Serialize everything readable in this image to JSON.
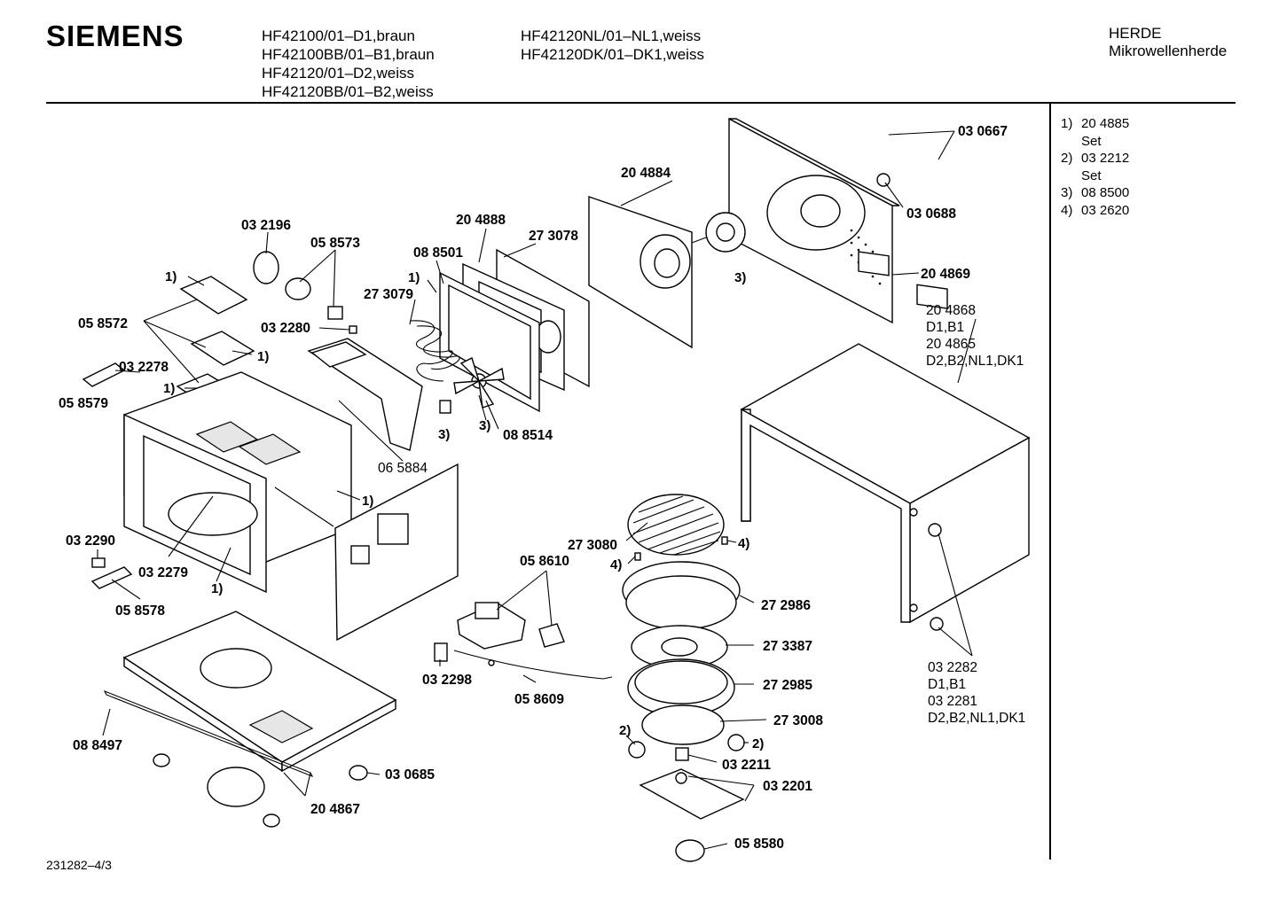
{
  "header": {
    "brand": "SIEMENS",
    "models_col1": [
      "HF42100/01–D1,braun",
      "HF42100BB/01–B1,braun",
      "HF42120/01–D2,weiss",
      "HF42120BB/01–B2,weiss"
    ],
    "models_col2": [
      "HF42120NL/01–NL1,weiss",
      "HF42120DK/01–DK1,weiss"
    ],
    "category_line1": "HERDE",
    "category_line2": "Mikrowellenherde"
  },
  "notes": [
    {
      "num": "1)",
      "lines": [
        "20 4885",
        "Set"
      ]
    },
    {
      "num": "2)",
      "lines": [
        "03 2212",
        "Set"
      ]
    },
    {
      "num": "3)",
      "lines": [
        "08 8500"
      ]
    },
    {
      "num": "4)",
      "lines": [
        "03 2620"
      ]
    }
  ],
  "parts": {
    "p030667": "03 0667",
    "p030688": "03 0688",
    "p204869": "20 4869",
    "p204884": "20 4884",
    "p204888": "20 4888",
    "p273078": "27 3078",
    "p088501": "08 8501",
    "p273079": "27 3079",
    "p032196": "03 2196",
    "p058573": "05 8573",
    "p058572": "05 8572",
    "p032280": "03 2280",
    "p032278": "03 2278",
    "p058579": "05 8579",
    "p088514": "08 8514",
    "p065884": "06 5884",
    "p204868": "20 4868",
    "p204868_v": "D1,B1",
    "p204865": "20 4865",
    "p204865_v": "D2,B2,NL1,DK1",
    "p032290": "03 2290",
    "p032279": "03 2279",
    "p058578": "05 8578",
    "p273080": "27 3080",
    "p058610": "05 8610",
    "p272986": "27 2986",
    "p273387": "27 3387",
    "p272985": "27 2985",
    "p273008": "27 3008",
    "p032211": "03 2211",
    "p032201": "03 2201",
    "p058580": "05 8580",
    "p032298": "03 2298",
    "p058609": "05 8609",
    "p088497": "08 8497",
    "p030685": "03 0685",
    "p204867": "20 4867",
    "p032282": "03 2282",
    "p032282_v": "D1,B1",
    "p032281": "03 2281",
    "p032281_v": "D2,B2,NL1,DK1"
  },
  "refs": {
    "r1": "1)",
    "r2": "2)",
    "r3": "3)",
    "r4": "4)"
  },
  "footer": {
    "drawing_number": "231282–4/3"
  }
}
